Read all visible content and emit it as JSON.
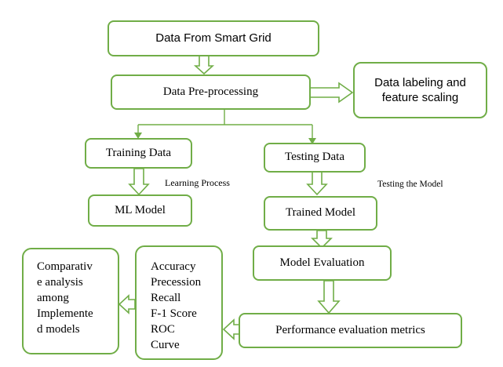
{
  "nodes": {
    "smart_grid": "Data From Smart Grid",
    "preprocessing": "Data Pre-processing",
    "labeling": [
      "Data labeling and",
      "feature scaling"
    ],
    "training": "Training Data",
    "testing": "Testing Data",
    "ml_model": "ML Model",
    "trained_model": "Trained Model",
    "model_evaluation": "Model Evaluation",
    "performance_metrics": "Performance evaluation metrics",
    "metrics_list": [
      "Accuracy",
      "Precession",
      "Recall",
      "F-1 Score",
      "ROC",
      "Curve"
    ],
    "comparative": [
      "Comparativ",
      "e analysis",
      "among",
      "Implemente",
      "d models"
    ]
  },
  "edge_labels": {
    "learning": "Learning Process",
    "testing": "Testing the Model"
  },
  "colors": {
    "accent": "#70ad47"
  }
}
